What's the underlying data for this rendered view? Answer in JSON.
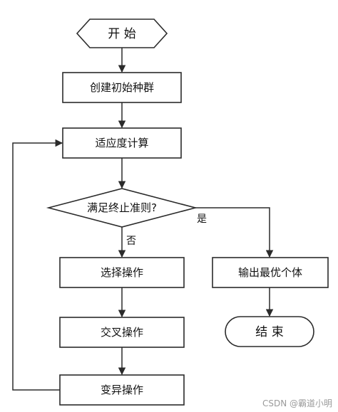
{
  "nodes": {
    "start": "开  始",
    "init": "创建初始种群",
    "fitness": "适应度计算",
    "decision": "满足终止准则?",
    "select": "选择操作",
    "crossover": "交叉操作",
    "mutation": "变异操作",
    "output": "输出最优个体",
    "end": "结  束"
  },
  "edges": {
    "yes": "是",
    "no": "否"
  },
  "watermark": "CSDN @霸道小明"
}
